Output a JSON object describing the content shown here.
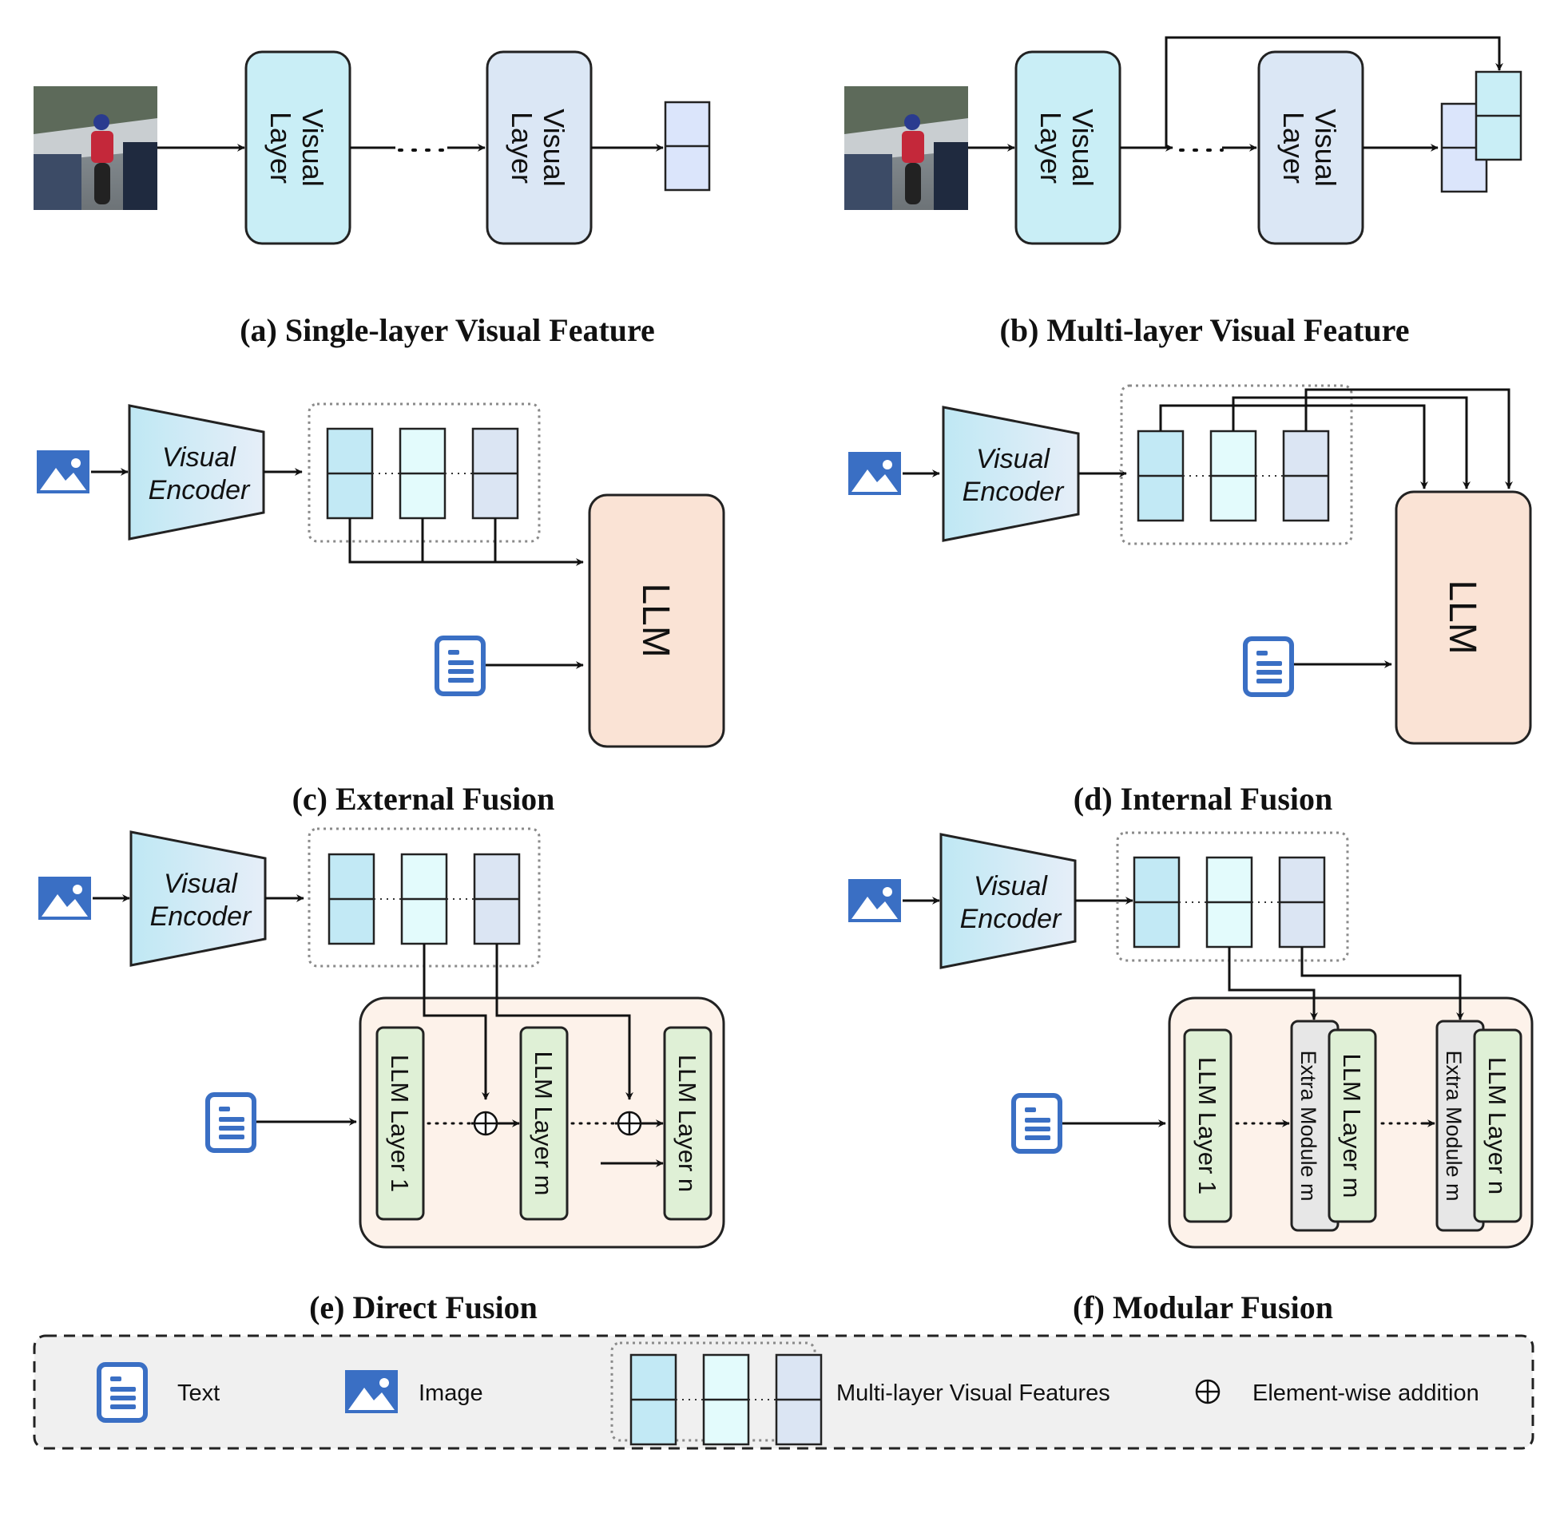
{
  "captions": {
    "a": "(a) Single-layer Visual Feature",
    "b": "(b) Multi-layer Visual Feature",
    "c": "(c) External Fusion",
    "d": "(d) Internal Fusion",
    "e": "(e) Direct Fusion",
    "f": "(f) Modular Fusion"
  },
  "labels": {
    "visual_layer_line1": "Visual",
    "visual_layer_line2": "Layer",
    "encoder_line1": "Visual",
    "encoder_line2": "Encoder",
    "llm": "LLM",
    "llm_layer_1": "LLM Layer 1",
    "llm_layer_m": "LLM Layer m",
    "llm_layer_n": "LLM Layer n",
    "extra_module_m": "Extra Module m"
  },
  "legend": {
    "text": "Text",
    "image": "Image",
    "features": "Multi-layer Visual Features",
    "addition": "Element-wise addition"
  },
  "colors": {
    "visual_layer_1": "#c9eef6",
    "visual_layer_2": "#dbe7f5",
    "feature_1": "#c2e9f5",
    "feature_2": "#e3fbfc",
    "feature_3": "#dbe5f3",
    "llm": "#fae3d5",
    "llm_container": "#fdf2ea",
    "llm_layer": "#dff0d6",
    "extra_module": "#e7e7e7",
    "icon_blue": "#3a6fc4",
    "legend_bg": "#f0f0f0"
  },
  "icons": [
    "motorcycle-photo",
    "image-icon",
    "text-document-icon",
    "element-wise-addition-icon",
    "arrow"
  ]
}
